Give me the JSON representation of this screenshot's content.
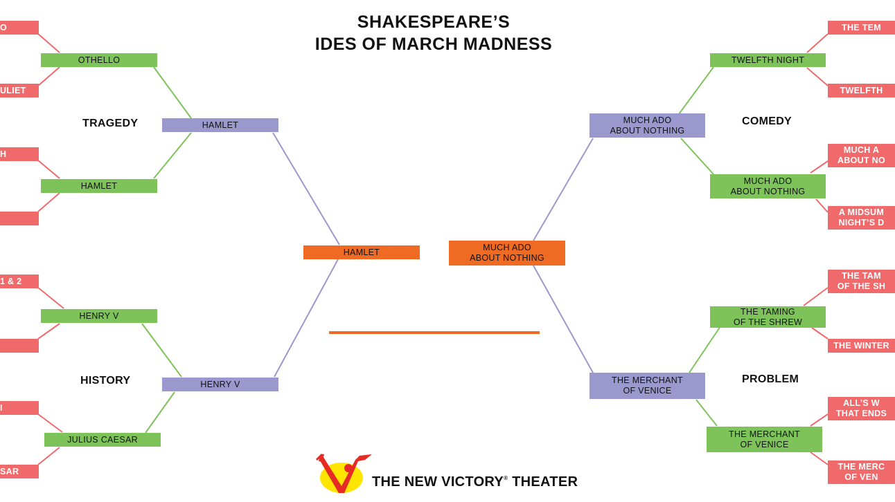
{
  "title": {
    "line1": "SHAKESPEARE’S",
    "line2": "IDES OF MARCH MADNESS"
  },
  "regions": {
    "tragedy": "TRAGEDY",
    "history": "HISTORY",
    "comedy": "COMEDY",
    "problem": "PROBLEM"
  },
  "left": {
    "round1": [
      "O",
      "ULIET",
      "H",
      "",
      "1 & 2",
      "",
      "I",
      "SAR"
    ],
    "round2": [
      "OTHELLO",
      "HAMLET",
      "HENRY V",
      "JULIUS CAESAR"
    ],
    "round3": [
      "HAMLET",
      "HENRY V"
    ],
    "final": "HAMLET"
  },
  "right": {
    "round1": [
      "THE TEM",
      "TWELFTH",
      "MUCH A\nABOUT NO",
      "A MIDSUM\nNIGHT’S D",
      "THE TAM\nOF THE SH",
      "THE WINTER",
      "ALL’S W\nTHAT ENDS",
      "THE MERC\nOF VEN"
    ],
    "round2": [
      "TWELFTH NIGHT",
      "MUCH ADO\nABOUT NOTHING",
      "THE TAMING\nOF THE SHREW",
      "THE MERCHANT\nOF VENICE"
    ],
    "round3": [
      "MUCH ADO\nABOUT NOTHING",
      "THE MERCHANT\nOF VENICE"
    ],
    "final": "MUCH ADO\nABOUT NOTHING"
  },
  "champion": "",
  "logo": {
    "name": "THE NEW VICTORY",
    "reg": "®",
    "suffix": " THEATER",
    "icon": "new-victory-v-icon"
  },
  "colors": {
    "round1": "#f06a6c",
    "round2": "#7dc35a",
    "round3": "#9a98cc",
    "final": "#ef6a23"
  }
}
